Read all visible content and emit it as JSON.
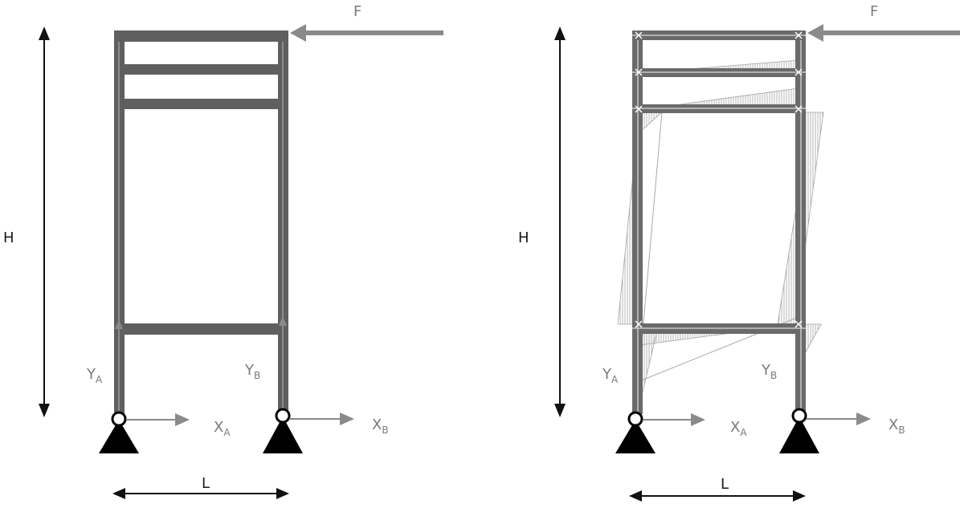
{
  "colors": {
    "frame": "#5f5f5f",
    "frame_inner": "#8c8c8c",
    "force": "#8a8a8a",
    "dimension": "#111111",
    "moment_fill": "#b0b0b0",
    "support": "#000000",
    "background": "#ffffff"
  },
  "left_figure": {
    "force_label": "F",
    "height_label": "H",
    "width_label": "L",
    "reaction_ya": {
      "main": "Y",
      "sub": "A"
    },
    "reaction_yb": {
      "main": "Y",
      "sub": "B"
    },
    "reaction_xa": {
      "main": "X",
      "sub": "A"
    },
    "reaction_xb": {
      "main": "X",
      "sub": "B"
    }
  },
  "right_figure": {
    "force_label": "F",
    "height_label": "H",
    "width_label": "L",
    "reaction_ya": {
      "main": "Y",
      "sub": "A"
    },
    "reaction_yb": {
      "main": "Y",
      "sub": "B"
    },
    "reaction_xa": {
      "main": "X",
      "sub": "A"
    },
    "reaction_xb": {
      "main": "X",
      "sub": "B"
    }
  }
}
